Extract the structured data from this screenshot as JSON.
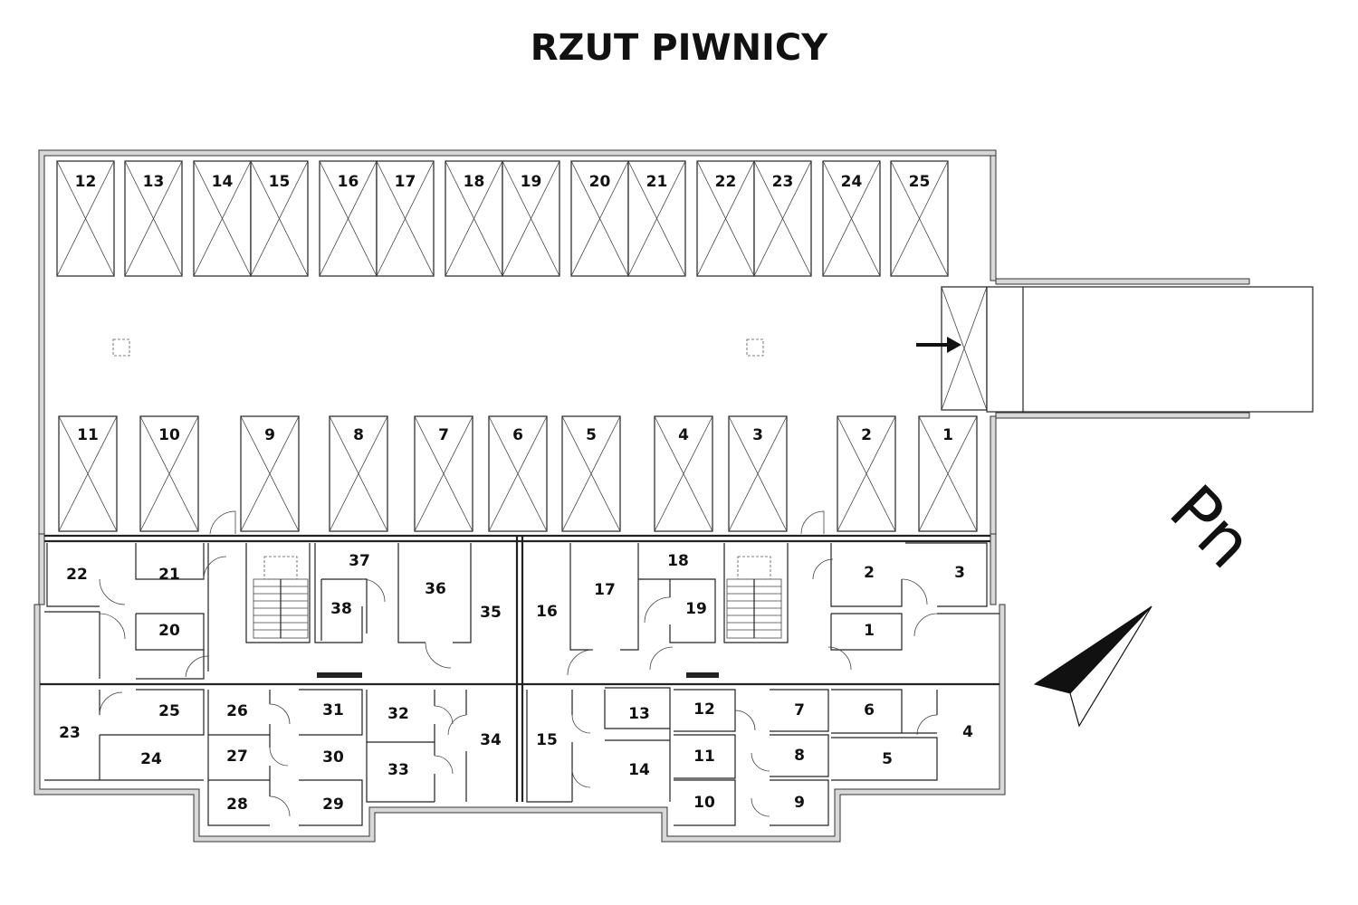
{
  "title": "RZUT PIWNICY",
  "north_label": "Pn",
  "parking_top": [
    "12",
    "13",
    "14",
    "15",
    "16",
    "17",
    "18",
    "19",
    "20",
    "21",
    "22",
    "23",
    "24",
    "25"
  ],
  "parking_bottom": [
    "11",
    "10",
    "9",
    "8",
    "7",
    "6",
    "5",
    "4",
    "3",
    "2",
    "1"
  ],
  "storage_rooms": [
    "22",
    "21",
    "20",
    "25",
    "23",
    "24",
    "26",
    "31",
    "27",
    "30",
    "28",
    "29",
    "37",
    "38",
    "36",
    "35",
    "32",
    "33",
    "34",
    "16",
    "17",
    "15",
    "13",
    "14",
    "18",
    "19",
    "12",
    "11",
    "10",
    "7",
    "8",
    "9",
    "2",
    "3",
    "1",
    "6",
    "5",
    "4"
  ],
  "colors": {
    "line": "#222222",
    "hatch": "#d8d8d8",
    "background": "#ffffff",
    "text": "#111111"
  }
}
